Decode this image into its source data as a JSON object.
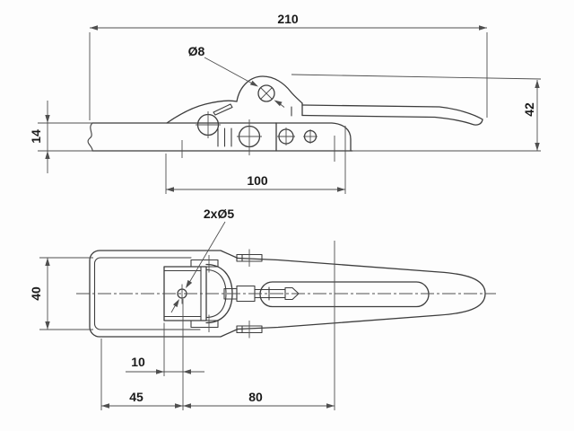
{
  "drawing": {
    "type": "technical_drawing_two_views",
    "colors": {
      "line": "#3d3d3d",
      "dim": "#4f4f4f",
      "label": "#1a1a1a",
      "background": "#fdfdfd"
    },
    "side": {
      "overall_length": "210",
      "pivot_hole": "Ø8",
      "overall_height": "42",
      "keeper_thickness": "14",
      "baseplate_length": "100"
    },
    "plan": {
      "strap_width": "40",
      "rivet_holes": "2xØ5",
      "hole_offset": "10",
      "front_length": "45",
      "rear_length": "80"
    }
  }
}
